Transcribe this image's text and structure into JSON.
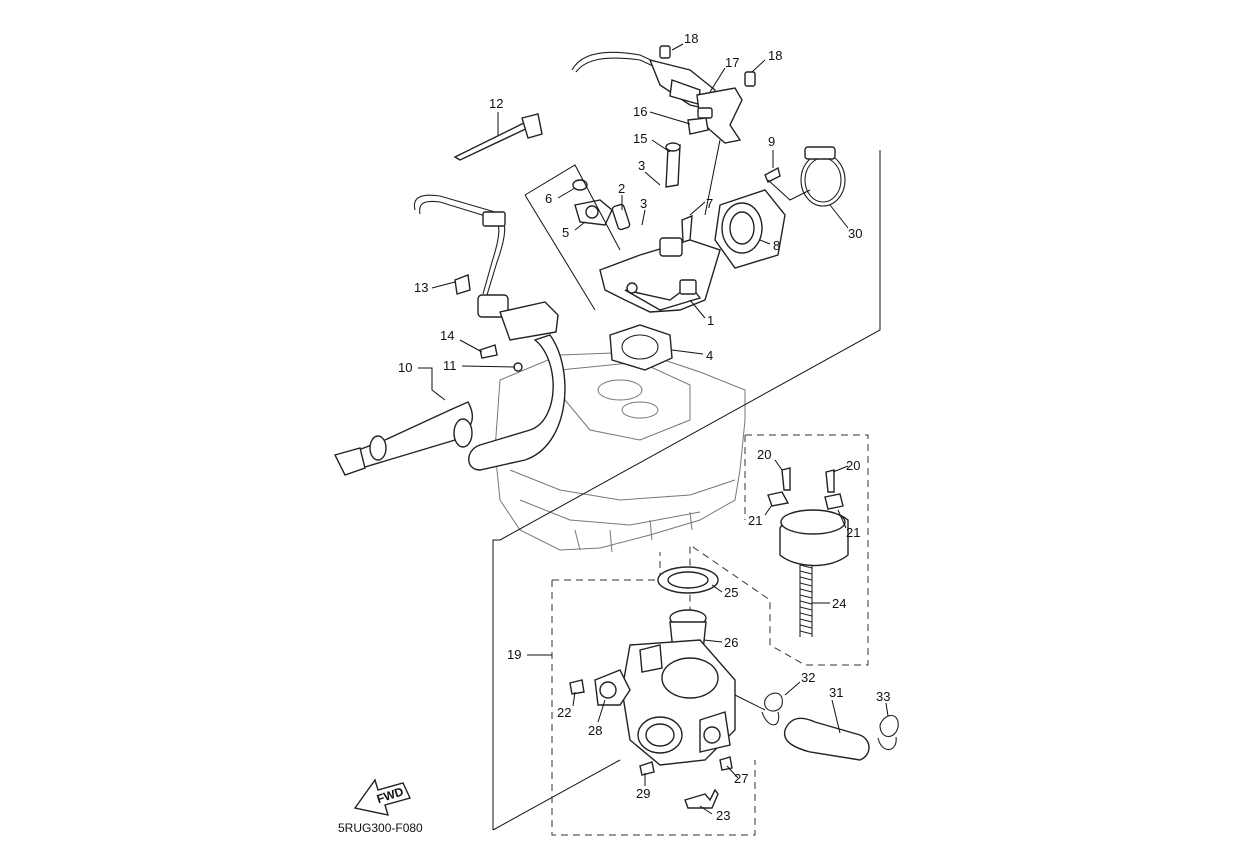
{
  "diagram": {
    "code": "5RUG300-F080",
    "fwd_label": "FWD",
    "callouts": [
      {
        "id": "c18a",
        "text": "18"
      },
      {
        "id": "c18b",
        "text": "18"
      },
      {
        "id": "c17",
        "text": "17"
      },
      {
        "id": "c12",
        "text": "12"
      },
      {
        "id": "c16",
        "text": "16"
      },
      {
        "id": "c15",
        "text": "15"
      },
      {
        "id": "c9",
        "text": "9"
      },
      {
        "id": "c3a",
        "text": "3"
      },
      {
        "id": "c6",
        "text": "6"
      },
      {
        "id": "c2",
        "text": "2"
      },
      {
        "id": "c3b",
        "text": "3"
      },
      {
        "id": "c7",
        "text": "7"
      },
      {
        "id": "c5",
        "text": "5"
      },
      {
        "id": "c30",
        "text": "30"
      },
      {
        "id": "c8",
        "text": "8"
      },
      {
        "id": "c13",
        "text": "13"
      },
      {
        "id": "c1",
        "text": "1"
      },
      {
        "id": "c14",
        "text": "14"
      },
      {
        "id": "c4",
        "text": "4"
      },
      {
        "id": "c10",
        "text": "10"
      },
      {
        "id": "c11",
        "text": "11"
      },
      {
        "id": "c20a",
        "text": "20"
      },
      {
        "id": "c20b",
        "text": "20"
      },
      {
        "id": "c21a",
        "text": "21"
      },
      {
        "id": "c21b",
        "text": "21"
      },
      {
        "id": "c25",
        "text": "25"
      },
      {
        "id": "c24",
        "text": "24"
      },
      {
        "id": "c26",
        "text": "26"
      },
      {
        "id": "c19",
        "text": "19"
      },
      {
        "id": "c32",
        "text": "32"
      },
      {
        "id": "c31",
        "text": "31"
      },
      {
        "id": "c33",
        "text": "33"
      },
      {
        "id": "c22",
        "text": "22"
      },
      {
        "id": "c28",
        "text": "28"
      },
      {
        "id": "c27",
        "text": "27"
      },
      {
        "id": "c29",
        "text": "29"
      },
      {
        "id": "c23",
        "text": "23"
      }
    ]
  }
}
